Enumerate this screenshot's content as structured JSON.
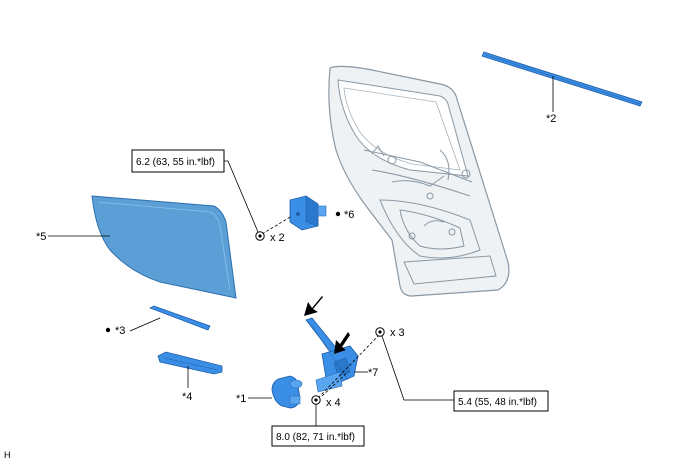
{
  "callouts": {
    "c1": "*1",
    "c2": "*2",
    "c3": "*3",
    "c4": "*4",
    "c5": "*5",
    "c6": "*6",
    "c7": "*7"
  },
  "quantities": {
    "bolt_x2": "x 2",
    "bolt_x3": "x 3",
    "bolt_x4": "x 4"
  },
  "torques": {
    "bracket_bolt": "6.2 (63, 55 in.*lbf)",
    "regulator_upper": "5.4 (55, 48 in.*lbf)",
    "regulator_lower": "8.0 (82, 71 in.*lbf)"
  },
  "corner_code": "H",
  "colors": {
    "part_fill": "#3a8ee6",
    "part_stroke": "#1f5fa8",
    "glass_fill": "#5b9fd6",
    "door_fill": "#eef2f5",
    "door_line": "#8a98a4"
  }
}
